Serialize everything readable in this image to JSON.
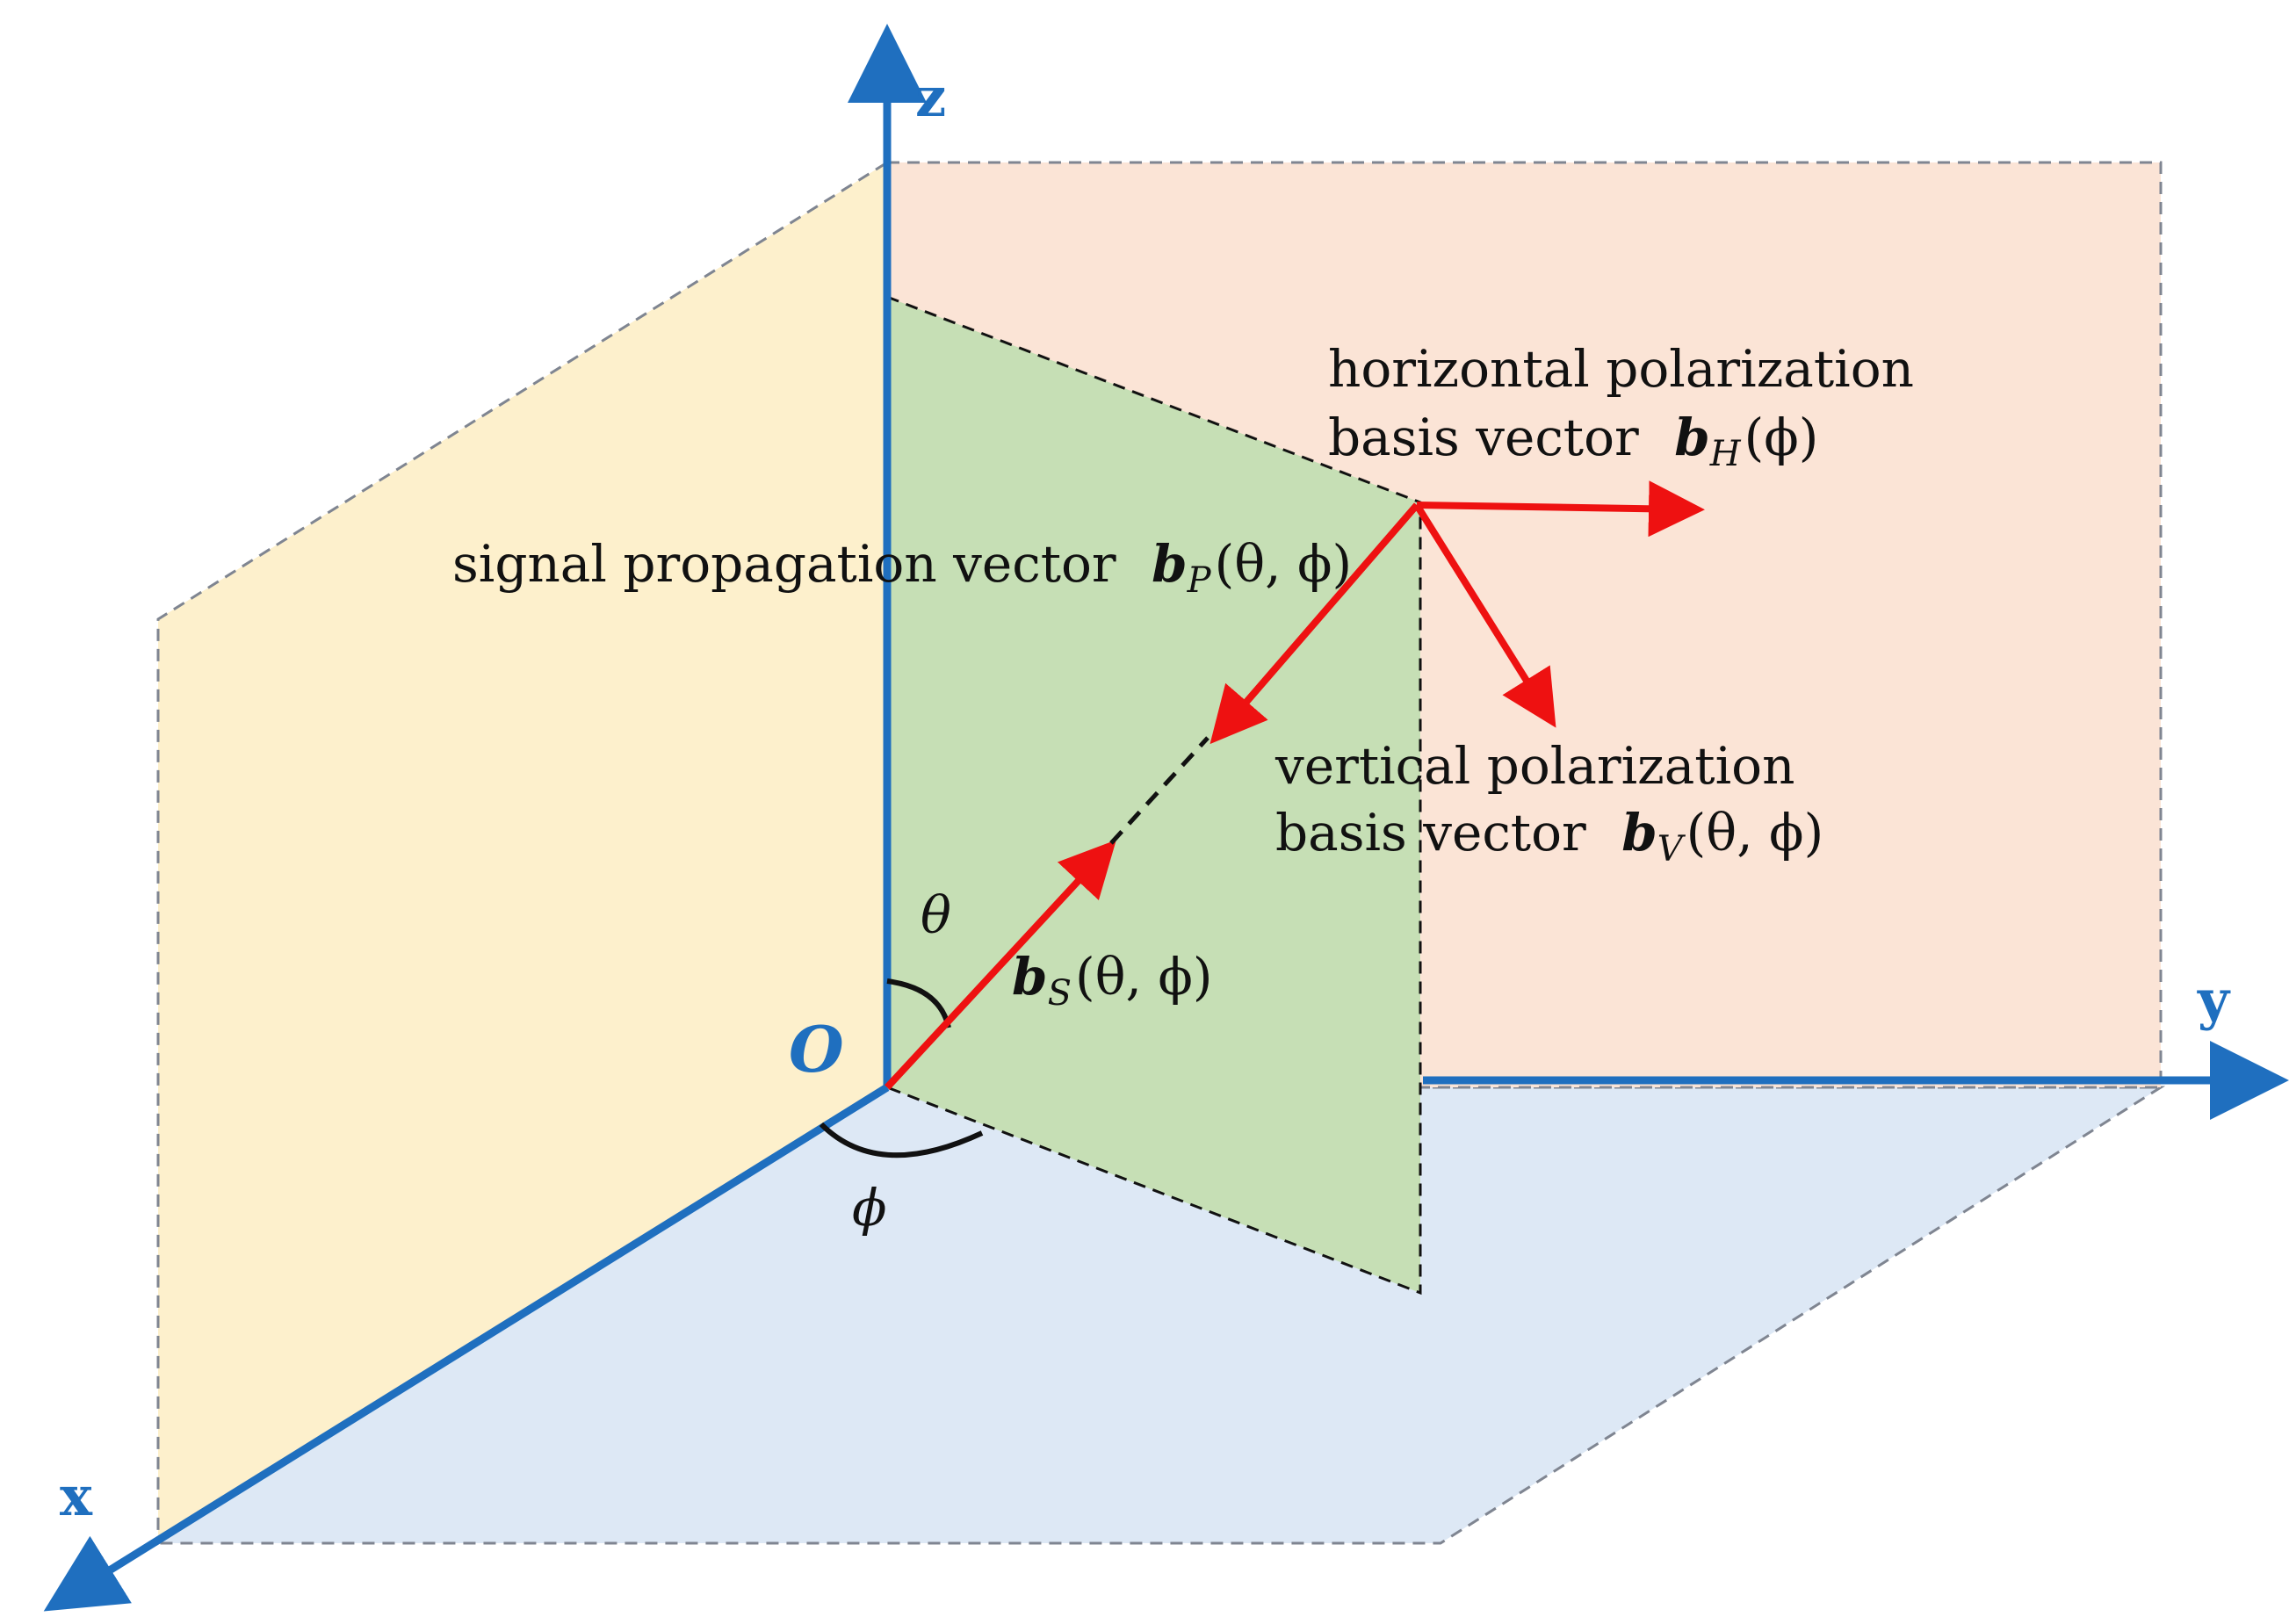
{
  "axes": {
    "x": "x",
    "y": "y",
    "z": "z",
    "origin": "O"
  },
  "angles": {
    "theta": "θ",
    "phi": "ϕ"
  },
  "labels": {
    "horizontal_line1": "horizontal polarization",
    "horizontal_line2": "basis vector",
    "vertical_line1": "vertical polarization",
    "vertical_line2": "basis vector",
    "propagation": "signal propagation vector"
  },
  "math": {
    "bH": {
      "base": "b",
      "sub": "H",
      "args": "(ϕ)"
    },
    "bV": {
      "base": "b",
      "sub": "V",
      "args": "(θ, ϕ)"
    },
    "bP": {
      "base": "b",
      "sub": "P",
      "args": "(θ, ϕ)"
    },
    "bS": {
      "base": "b",
      "sub": "S",
      "args": "(θ, ϕ)"
    }
  },
  "colors": {
    "axis": "#1f6fbf",
    "vector": "#ee1111",
    "plane_xz": "#fdf0cc",
    "plane_yz": "#fbe4d6",
    "plane_xy": "#dde8f5",
    "plane_incidence": "#c6dfb5",
    "dash": "#7f8591"
  }
}
